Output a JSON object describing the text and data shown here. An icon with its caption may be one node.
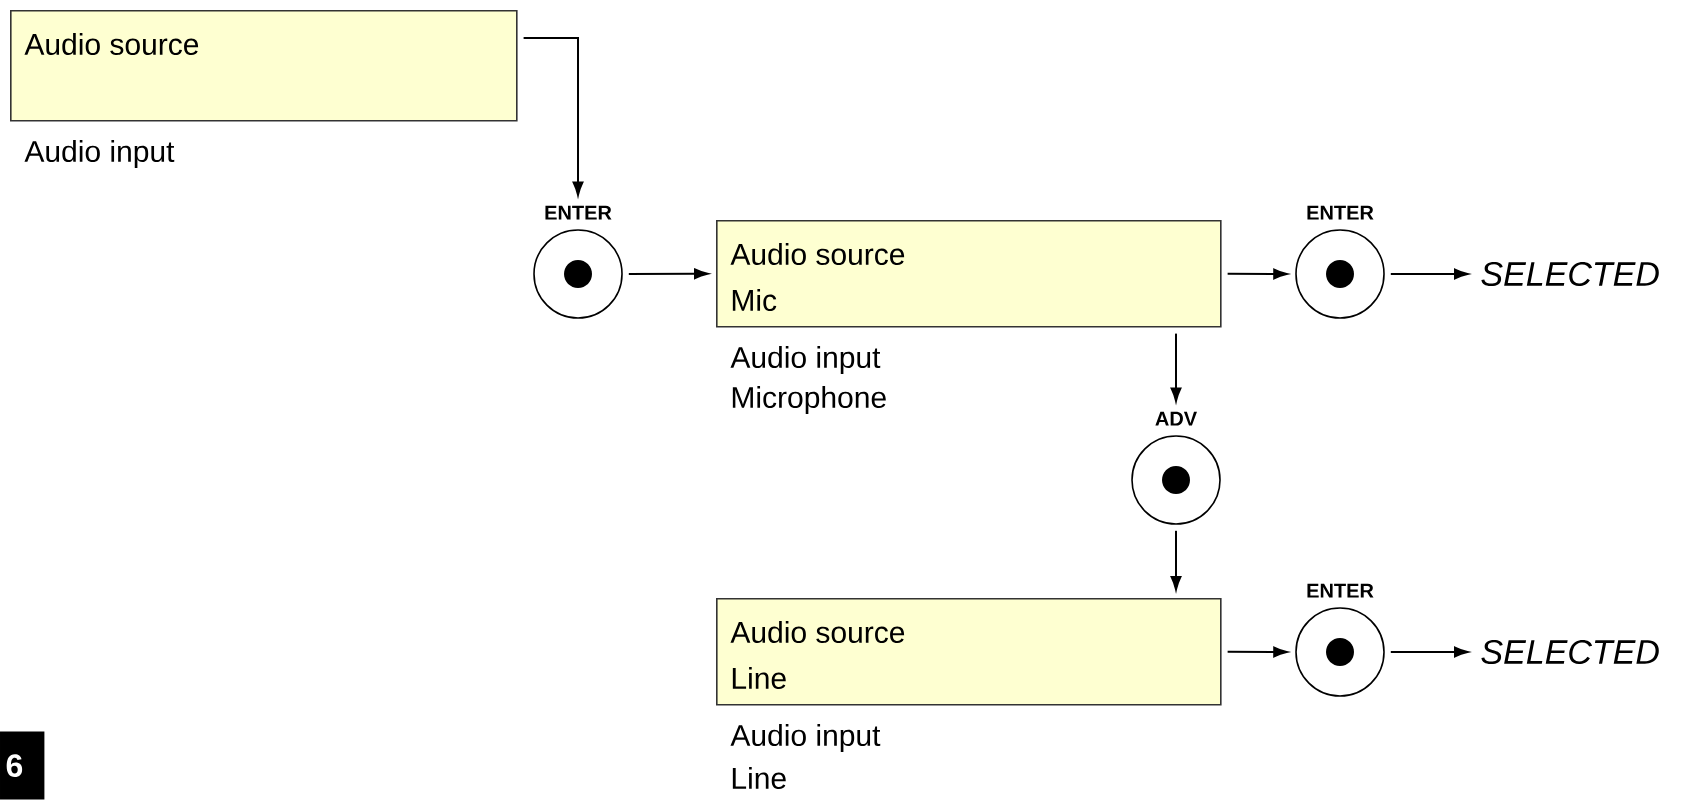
{
  "diagram": {
    "nodes": [
      {
        "text": [
          "Audio source"
        ],
        "beside": [
          "Audio input"
        ]
      },
      {
        "text": [
          "ENTER"
        ]
      },
      {
        "text": [
          "Audio source",
          "Mic"
        ],
        "beside": [
          "Audio input",
          "Microphone"
        ]
      },
      {
        "text": [
          "ENTER"
        ]
      },
      {
        "text": [
          "SELECTED"
        ]
      },
      {
        "text": [
          "ADV"
        ]
      },
      {
        "text": [
          "Audio source",
          "Line"
        ],
        "beside": [
          "Audio input",
          "Line"
        ]
      },
      {
        "text": [
          "ENTER"
        ]
      },
      {
        "text": [
          "SELECTED"
        ]
      }
    ],
    "edges": [
      {
        "from": 0,
        "to": 1,
        "arrow": "to"
      },
      {
        "from": 1,
        "to": 2,
        "arrow": "to"
      },
      {
        "from": 2,
        "to": 3,
        "arrow": "to"
      },
      {
        "from": 3,
        "to": 4,
        "arrow": "to"
      },
      {
        "from": 2,
        "to": 5,
        "arrow": "to"
      },
      {
        "from": 5,
        "to": 6,
        "arrow": "to"
      },
      {
        "from": 6,
        "to": 7,
        "arrow": "to"
      },
      {
        "from": 7,
        "to": 8,
        "arrow": "to"
      }
    ],
    "labels": [
      "6"
    ]
  }
}
